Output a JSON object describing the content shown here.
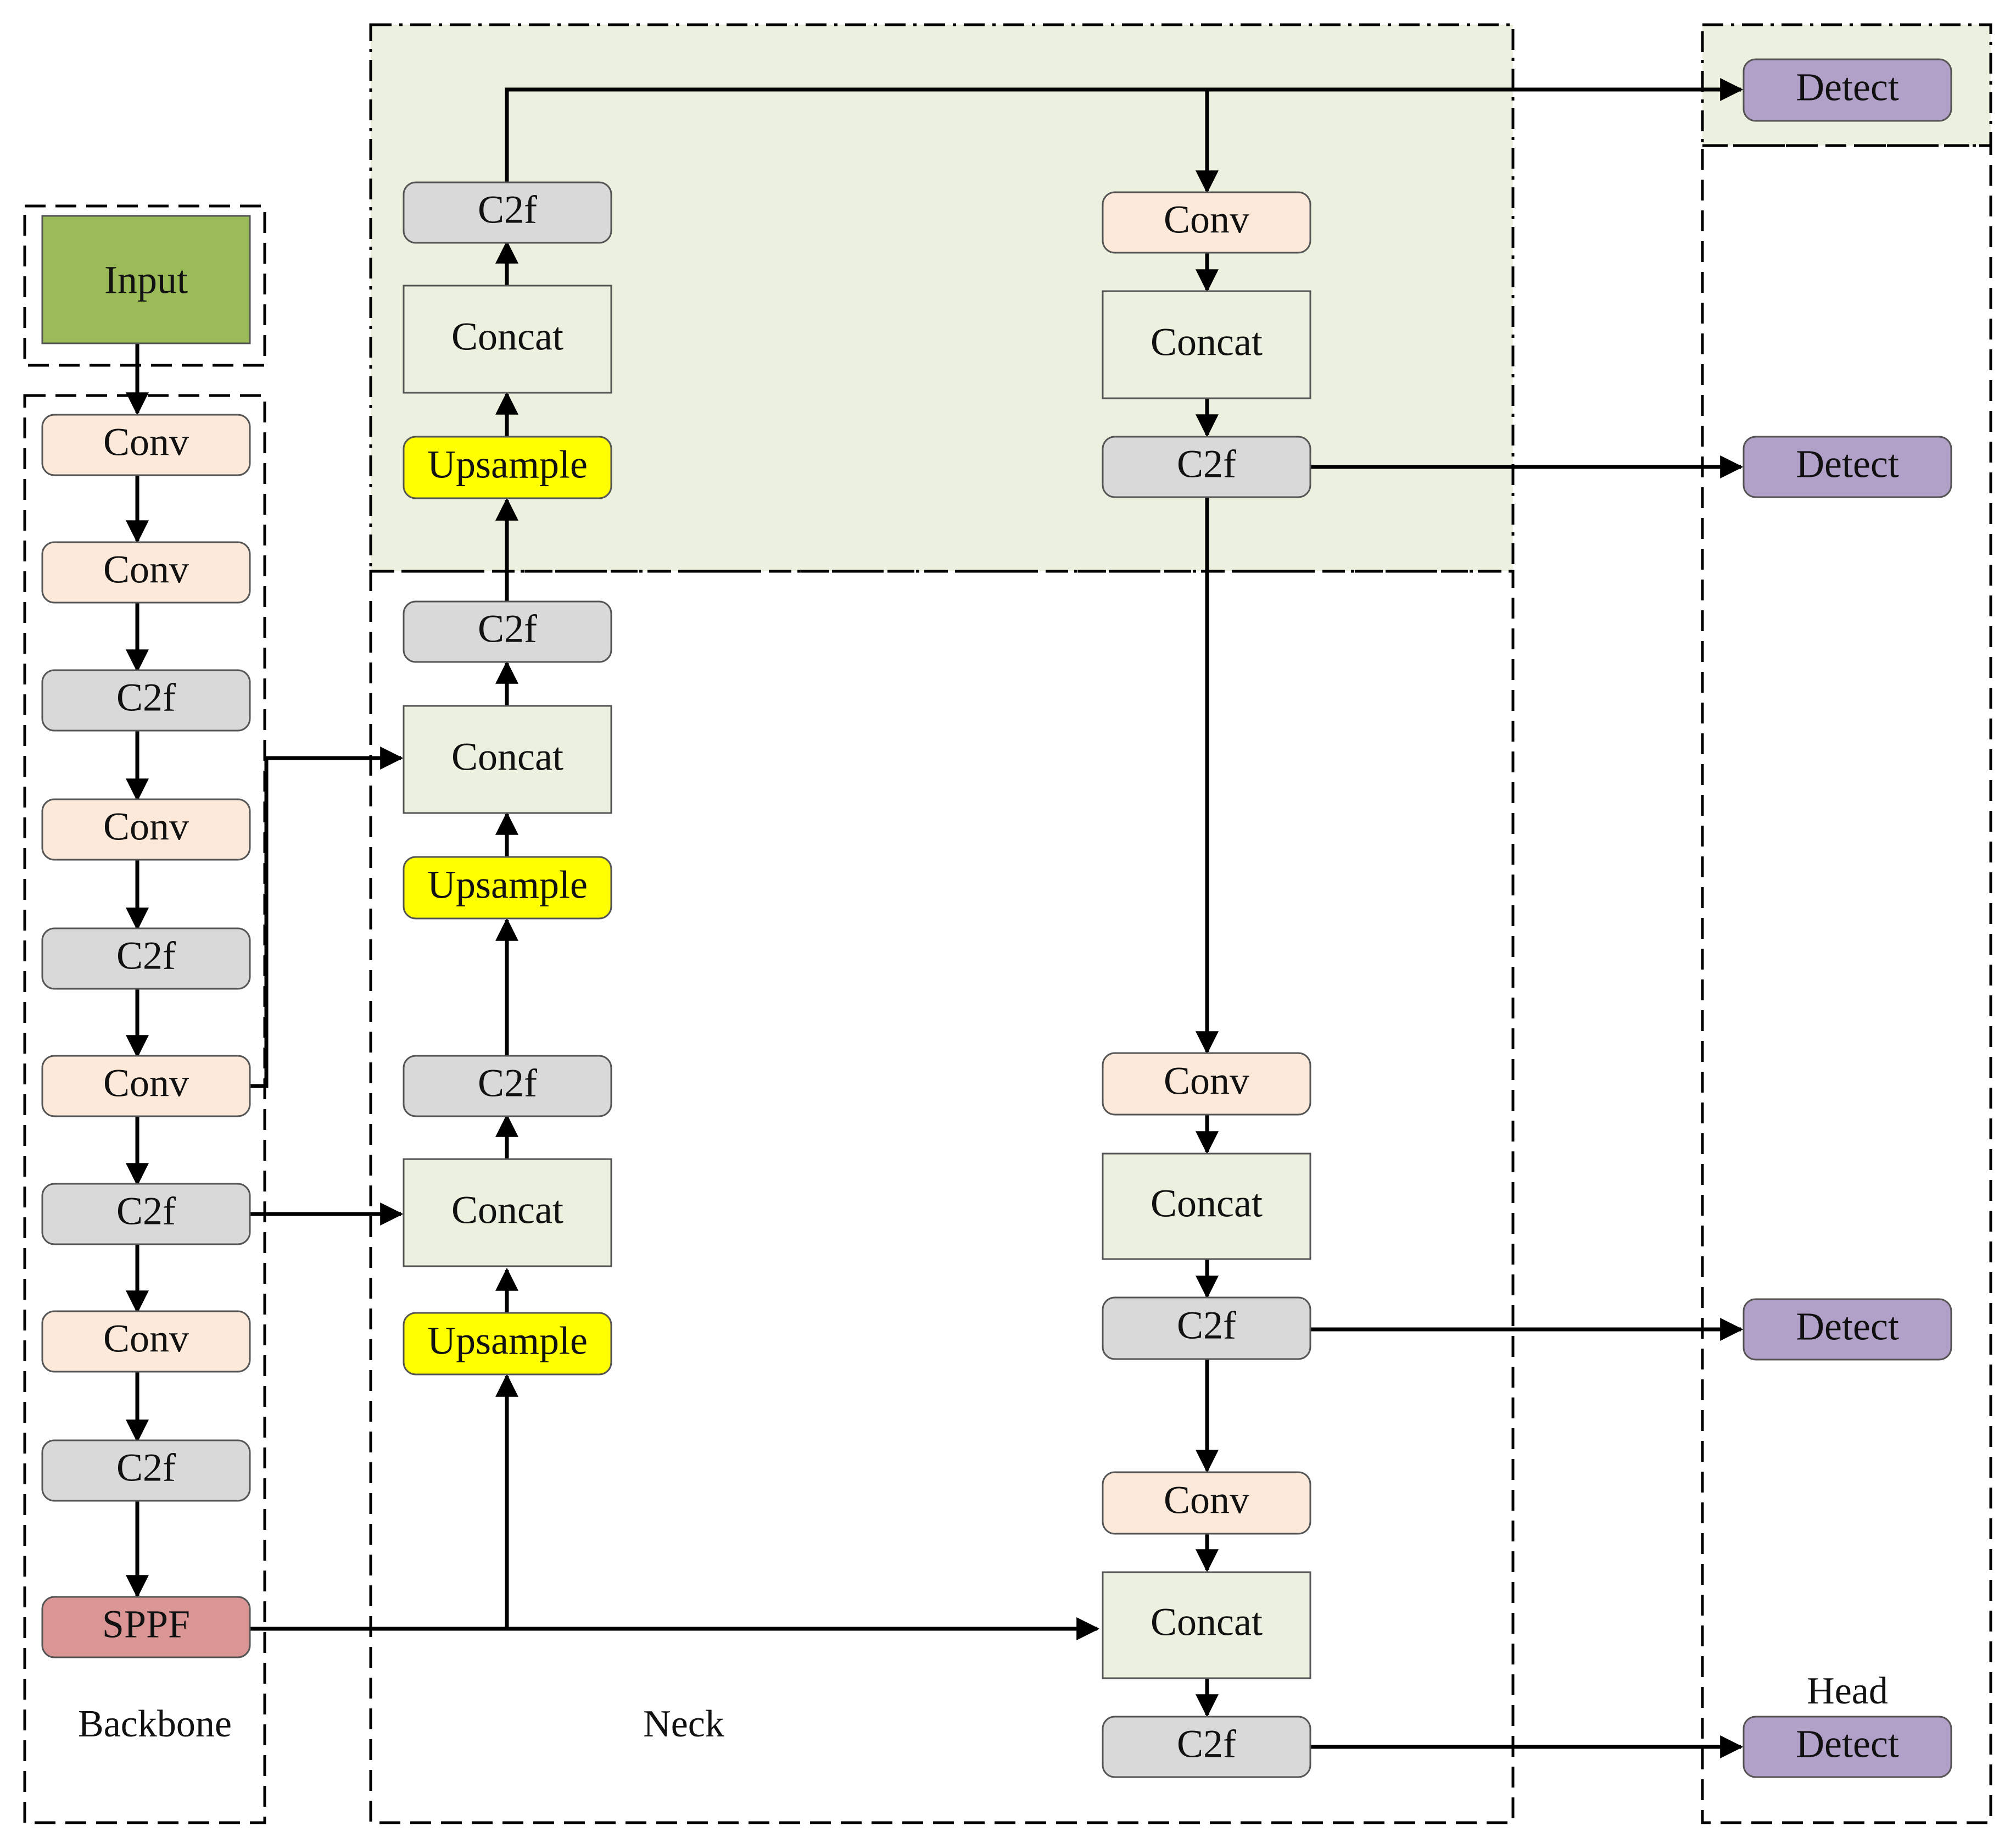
{
  "labels": {
    "input": "Input",
    "conv": "Conv",
    "c2f": "C2f",
    "sppf": "SPPF",
    "concat": "Concat",
    "upsample": "Upsample",
    "detect": "Detect"
  },
  "sections": {
    "backbone": "Backbone",
    "neck": "Neck",
    "head": "Head"
  },
  "colors": {
    "input": "#9bbb59",
    "conv": "#fde9d9",
    "c2f": "#d9d9d9",
    "sppf": "#da9694",
    "concat": "#ebf1de",
    "upsample": "#ffff00",
    "detect": "#b1a0c7",
    "highlight_region": "#ebf1de"
  }
}
